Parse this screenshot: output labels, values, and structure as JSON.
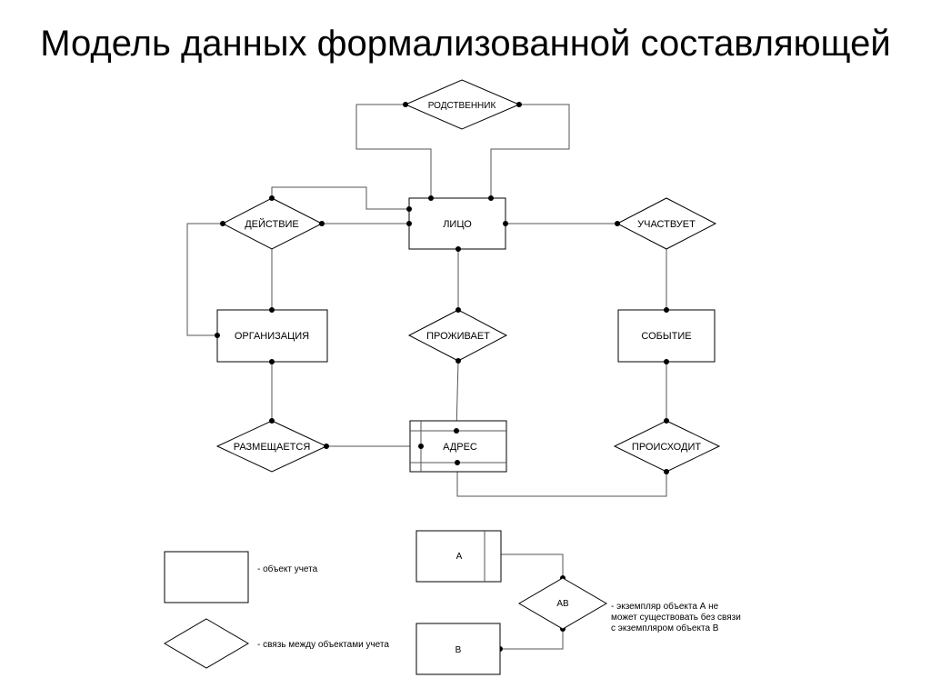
{
  "title": "Модель данных формализованной составляющей",
  "entities": {
    "person": "ЛИЦО",
    "organization": "ОРГАНИЗАЦИЯ",
    "event": "СОБЫТИЕ",
    "address": "АДРЕС"
  },
  "relations": {
    "relative": "РОДСТВЕННИК",
    "action": "ДЕЙСТВИЕ",
    "participates": "УЧАСТВУЕТ",
    "lives": "ПРОЖИВАЕТ",
    "located": "РАЗМЕЩАЕТСЯ",
    "occurs": "ПРОИСХОДИТ"
  },
  "legend": {
    "object_text": "- объект учета",
    "relation_text": "- связь между объектами учета",
    "entity_a": "А",
    "entity_b": "В",
    "relation_ab": "АВ",
    "dependency_line1": "- экземпляр объекта А не",
    "dependency_line2": "может существовать без связи",
    "dependency_line3": "с экземпляром объекта В"
  }
}
